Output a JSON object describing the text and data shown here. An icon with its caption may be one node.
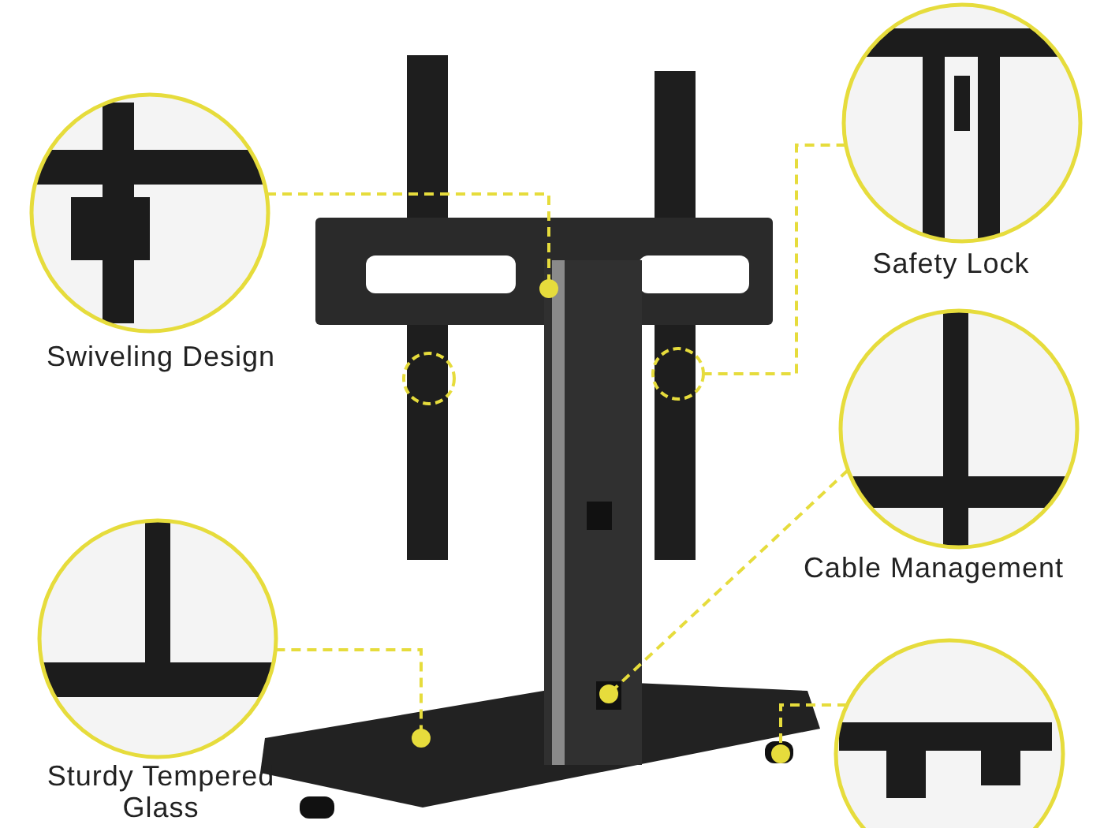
{
  "diagram": {
    "nodes": [
      {
        "text": [
          "Swiveling Design"
        ]
      },
      {
        "text": [
          "Safety Lock"
        ]
      },
      {
        "text": [
          "Cable Management"
        ]
      },
      {
        "text": [
          "Sturdy Tempered Glass"
        ]
      },
      {
        "text": [],
        "shape": "picture"
      }
    ],
    "edges": [
      {
        "from": 0,
        "to": null,
        "arrow": "other",
        "style": "dashed"
      },
      {
        "from": 1,
        "to": null,
        "arrow": "none",
        "style": "dashed"
      },
      {
        "from": 2,
        "to": null,
        "arrow": "other",
        "style": "dashed"
      },
      {
        "from": 3,
        "to": null,
        "arrow": "other",
        "style": "dashed"
      },
      {
        "from": 4,
        "to": null,
        "arrow": "other",
        "style": "dashed"
      }
    ]
  }
}
